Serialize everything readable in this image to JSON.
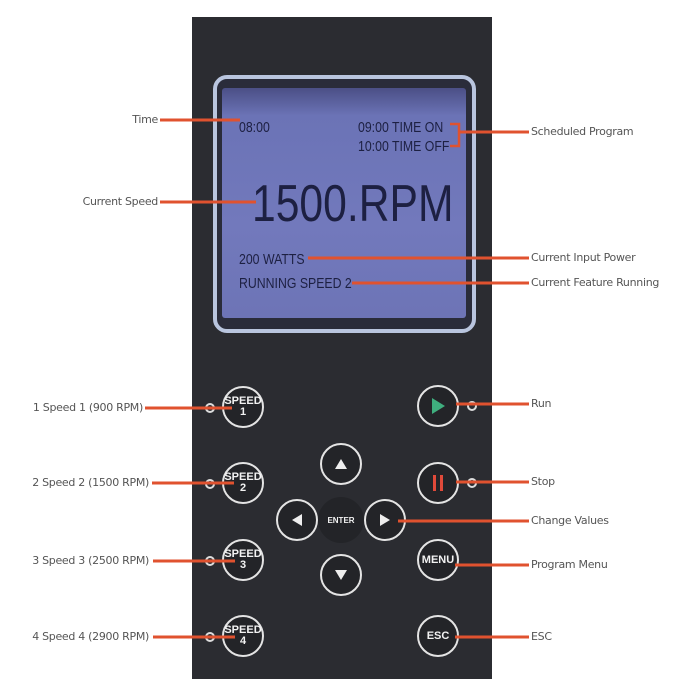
{
  "display": {
    "time": "08:00",
    "time_on": "09:00 TIME ON",
    "time_off": "10:00 TIME OFF",
    "speed": "1500.RPM",
    "power": "200 WATTS",
    "feature": "RUNNING SPEED 2"
  },
  "callouts": {
    "time": "Time",
    "current_speed": "Current Speed",
    "scheduled_program": "Scheduled Program",
    "input_power": "Current Input Power",
    "feature_running": "Current Feature Running",
    "run": "Run",
    "stop": "Stop",
    "change_values": "Change Values",
    "program_menu": "Program Menu",
    "esc": "ESC",
    "speed1": "1 Speed 1 (900 RPM)",
    "speed2": "2 Speed 2 (1500 RPM)",
    "speed3": "3 Speed 3 (2500 RPM)",
    "speed4": "4 Speed 4 (2900 RPM)"
  },
  "buttons": {
    "speed_label": "SPEED",
    "speed1": "1",
    "speed2": "2",
    "speed3": "3",
    "speed4": "4",
    "enter": "ENTER",
    "menu": "MENU",
    "esc": "ESC"
  },
  "colors": {
    "callout": "#e0522f",
    "run": "#3fae7e",
    "stop": "#e04a3a",
    "lcd": "#7279bc"
  }
}
